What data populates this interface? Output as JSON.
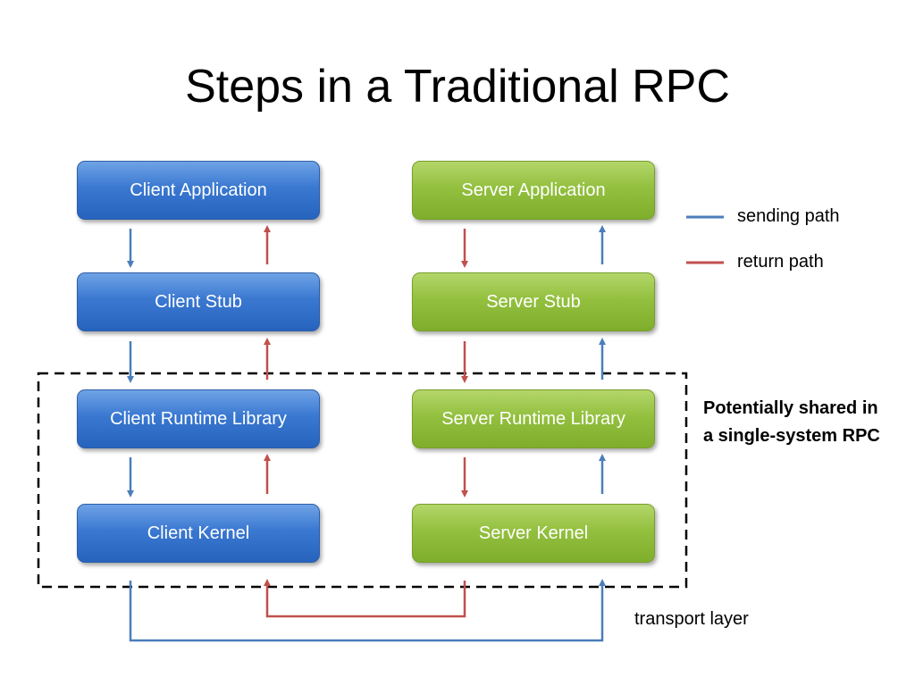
{
  "title": "Steps in a Traditional RPC",
  "client_boxes": [
    "Client Application",
    "Client Stub",
    "Client Runtime Library",
    "Client Kernel"
  ],
  "server_boxes": [
    "Server Application",
    "Server Stub",
    "Server Runtime Library",
    "Server Kernel"
  ],
  "legend": {
    "sending": "sending path",
    "return": "return path"
  },
  "shared_note": "Potentially shared in a single-system RPC",
  "transport_label": "transport layer",
  "colors": {
    "sending_path": "#4a7ebb",
    "return_path": "#c0504d",
    "client_box": "#2f6ec6",
    "server_box": "#8db93a"
  }
}
